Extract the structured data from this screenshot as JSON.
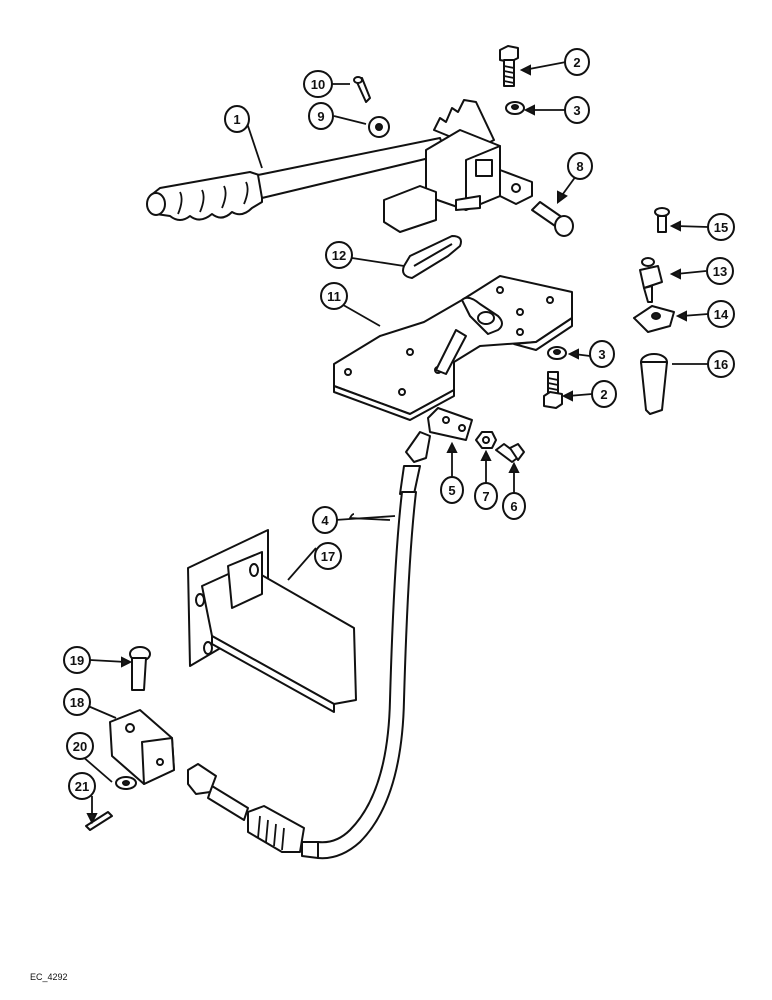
{
  "diagram": {
    "drawing_code": "EC_4292",
    "callouts": [
      {
        "id": "c1",
        "label": "1"
      },
      {
        "id": "c2a",
        "label": "2"
      },
      {
        "id": "c2b",
        "label": "2"
      },
      {
        "id": "c3a",
        "label": "3"
      },
      {
        "id": "c3b",
        "label": "3"
      },
      {
        "id": "c4",
        "label": "4"
      },
      {
        "id": "c5",
        "label": "5"
      },
      {
        "id": "c6",
        "label": "6"
      },
      {
        "id": "c7",
        "label": "7"
      },
      {
        "id": "c8",
        "label": "8"
      },
      {
        "id": "c9",
        "label": "9"
      },
      {
        "id": "c10",
        "label": "10"
      },
      {
        "id": "c11",
        "label": "11"
      },
      {
        "id": "c12",
        "label": "12"
      },
      {
        "id": "c13",
        "label": "13"
      },
      {
        "id": "c14",
        "label": "14"
      },
      {
        "id": "c15",
        "label": "15"
      },
      {
        "id": "c16",
        "label": "16"
      },
      {
        "id": "c17",
        "label": "17"
      },
      {
        "id": "c18",
        "label": "18"
      },
      {
        "id": "c19",
        "label": "19"
      },
      {
        "id": "c20",
        "label": "20"
      },
      {
        "id": "c21",
        "label": "21"
      }
    ]
  }
}
